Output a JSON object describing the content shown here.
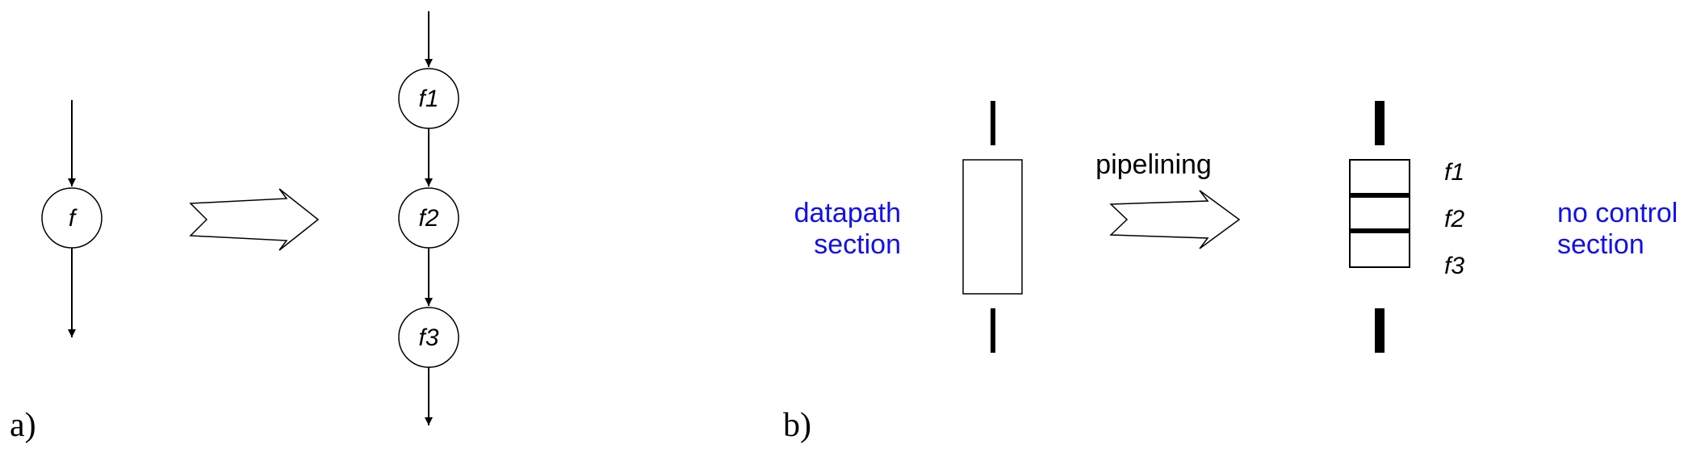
{
  "panel_a": {
    "label": "a)",
    "node_f": "f",
    "node_f1": "f1",
    "node_f2": "f2",
    "node_f3": "f3"
  },
  "panel_b": {
    "label": "b)",
    "left_text_line1": "datapath",
    "left_text_line2": "section",
    "arrow_label": "pipelining",
    "stage_f1": "f1",
    "stage_f2": "f2",
    "stage_f3": "f3",
    "right_text_line1": "no control",
    "right_text_line2": "section"
  },
  "colors": {
    "blue_text": "#1010ee",
    "line": "#000000"
  }
}
